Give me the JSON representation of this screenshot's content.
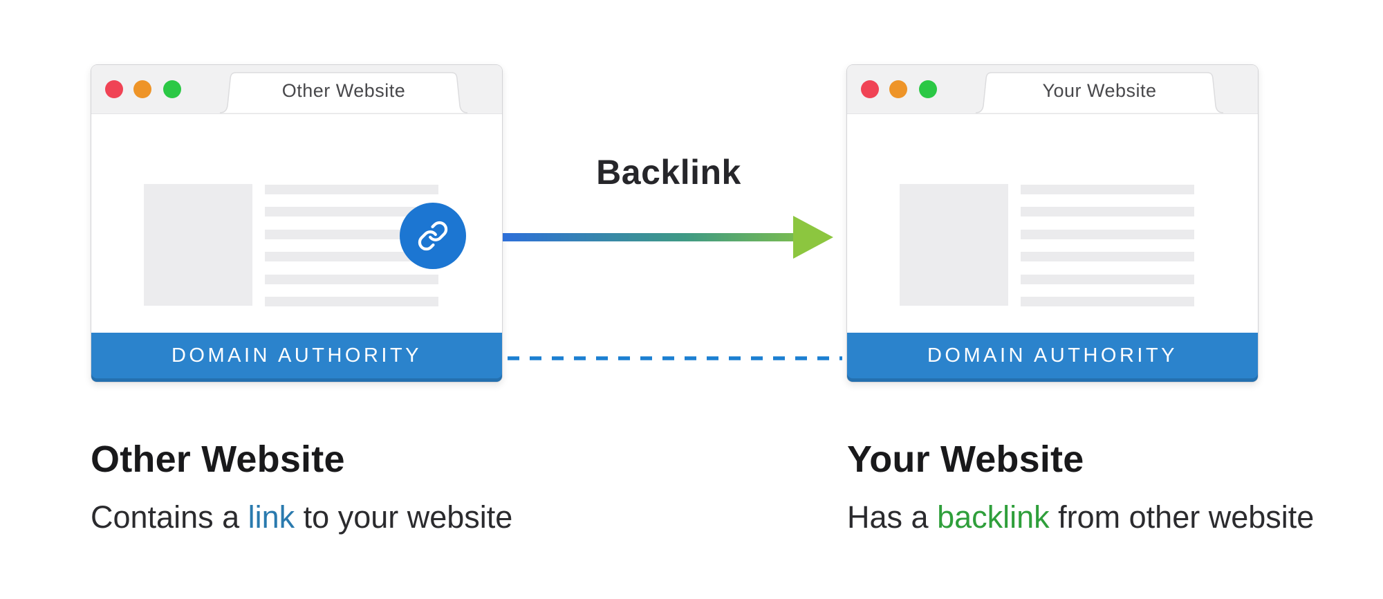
{
  "backlink_label": "Backlink",
  "windows": [
    {
      "tab_title": "Other Website",
      "footer_label": "DOMAIN AUTHORITY"
    },
    {
      "tab_title": "Your Website",
      "footer_label": "DOMAIN AUTHORITY"
    }
  ],
  "captions": [
    {
      "title": "Other Website",
      "desc_before": "Contains a ",
      "desc_highlight": "link",
      "desc_after": " to your website"
    },
    {
      "title": "Your Website",
      "desc_before": "Has a ",
      "desc_highlight": "backlink",
      "desc_after": " from other website"
    }
  ],
  "icons": {
    "traffic_lights": [
      "close-red",
      "minimize-orange",
      "zoom-green"
    ],
    "link_icon": "chain-link"
  },
  "colors": {
    "footer_bar": "#2b83cc",
    "link_circle": "#1c76d2",
    "arrow_gradient_start": "#2d6fd9",
    "arrow_gradient_end": "#8cc63f",
    "dashed_line": "#1b7fd1",
    "link_text": "#2a7aae",
    "backlink_text": "#2f9f3b",
    "traffic_red": "#f04355",
    "traffic_orange": "#ee9428",
    "traffic_green": "#2bc845"
  }
}
